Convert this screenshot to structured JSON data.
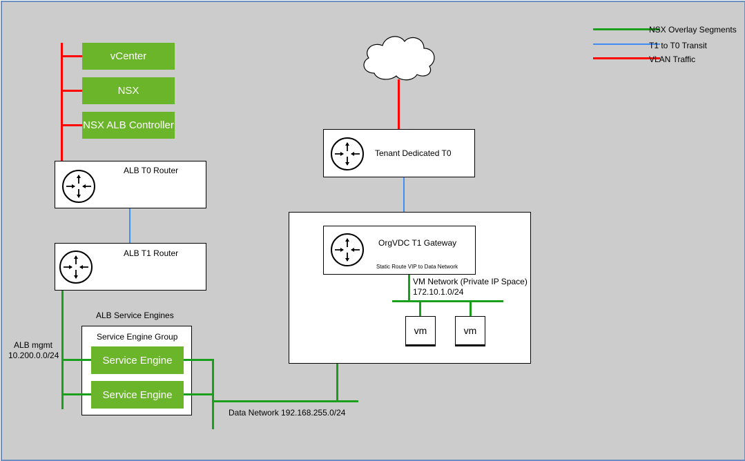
{
  "legend": {
    "items": [
      {
        "label": "NSX Overlay Segments",
        "color": "#1b9e1b"
      },
      {
        "label": "T1 to T0 Transit",
        "color": "#3c8ff0"
      },
      {
        "label": "VLAN Traffic",
        "color": "#ff0000"
      }
    ]
  },
  "mgmt": {
    "vcenter": "vCenter",
    "nsx": "NSX",
    "alb_controller": "NSX ALB Controller"
  },
  "routers": {
    "alb_t0": "ALB T0 Router",
    "alb_t1": "ALB T1 Router",
    "tenant_t0": "Tenant Dedicated T0",
    "orgvdc_t1": "OrgVDC T1 Gateway",
    "orgvdc_t1_note": "Static Route VIP to Data Network"
  },
  "service_engines": {
    "section_title": "ALB Service Engines",
    "group_title": "Service Engine Group",
    "engines": [
      "Service Engine",
      "Service Engine"
    ]
  },
  "networks": {
    "alb_mgmt_name": "ALB mgmt",
    "alb_mgmt_cidr": "10.200.0.0/24",
    "data_network": "Data Network 192.168.255.0/24",
    "vm_network_name": "VM Network (Private IP Space)",
    "vm_network_cidr": "172.10.1.0/24"
  },
  "vms": [
    "vm",
    "vm"
  ],
  "colors": {
    "overlay": "#1b9e1b",
    "transit": "#3c8ff0",
    "vlan": "#ff0000",
    "component": "#6ab52a",
    "background": "#cccccc"
  }
}
